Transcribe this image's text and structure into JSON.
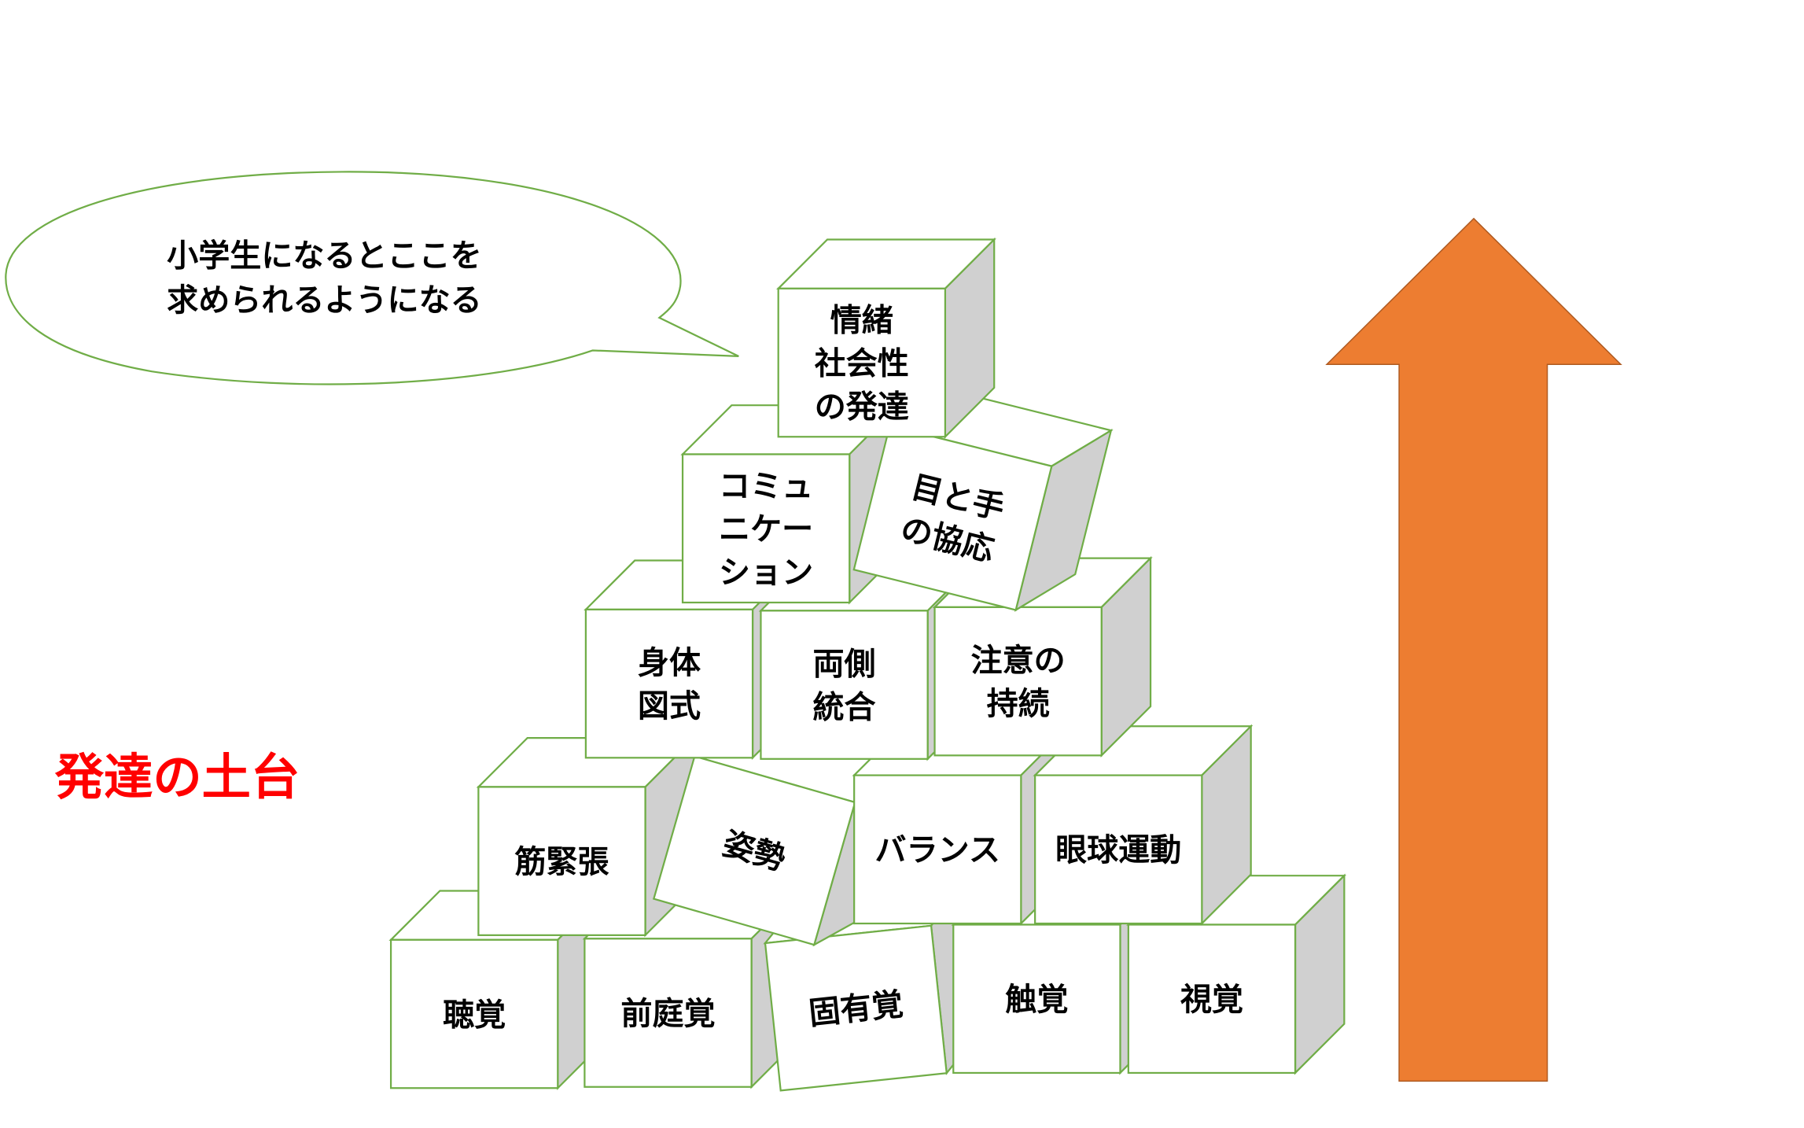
{
  "speech_bubble": {
    "lines": [
      "小学生になるとここを",
      "求められるようになる"
    ]
  },
  "foundation_label": "発達の土台",
  "blocks": [
    {
      "id": "hearing",
      "lines": [
        "聴覚"
      ]
    },
    {
      "id": "vestibular",
      "lines": [
        "前庭覚"
      ]
    },
    {
      "id": "proprioception",
      "lines": [
        "固有覚"
      ]
    },
    {
      "id": "touch",
      "lines": [
        "触覚"
      ]
    },
    {
      "id": "vision",
      "lines": [
        "視覚"
      ]
    },
    {
      "id": "muscle-tone",
      "lines": [
        "筋緊張"
      ]
    },
    {
      "id": "posture",
      "lines": [
        "姿勢"
      ]
    },
    {
      "id": "balance",
      "lines": [
        "バランス"
      ]
    },
    {
      "id": "eye-movement",
      "lines": [
        "眼球運動"
      ]
    },
    {
      "id": "body-schema",
      "lines": [
        "身体",
        "図式"
      ]
    },
    {
      "id": "bilateral-integration",
      "lines": [
        "両側",
        "統合"
      ]
    },
    {
      "id": "sustained-attention",
      "lines": [
        "注意の",
        "持続"
      ]
    },
    {
      "id": "communication",
      "lines": [
        "コミュ",
        "ニケー",
        "ション"
      ]
    },
    {
      "id": "eye-hand-coordination",
      "lines": [
        "目と手",
        "の協応"
      ]
    },
    {
      "id": "emotional-social-development",
      "lines": [
        "情緒",
        "社会性",
        "の発達"
      ]
    }
  ],
  "colors": {
    "block_border": "#70AD47",
    "block_side": "#D0D0D0",
    "arrow": "#ED7D31",
    "foundation_text": "#FF0000"
  }
}
